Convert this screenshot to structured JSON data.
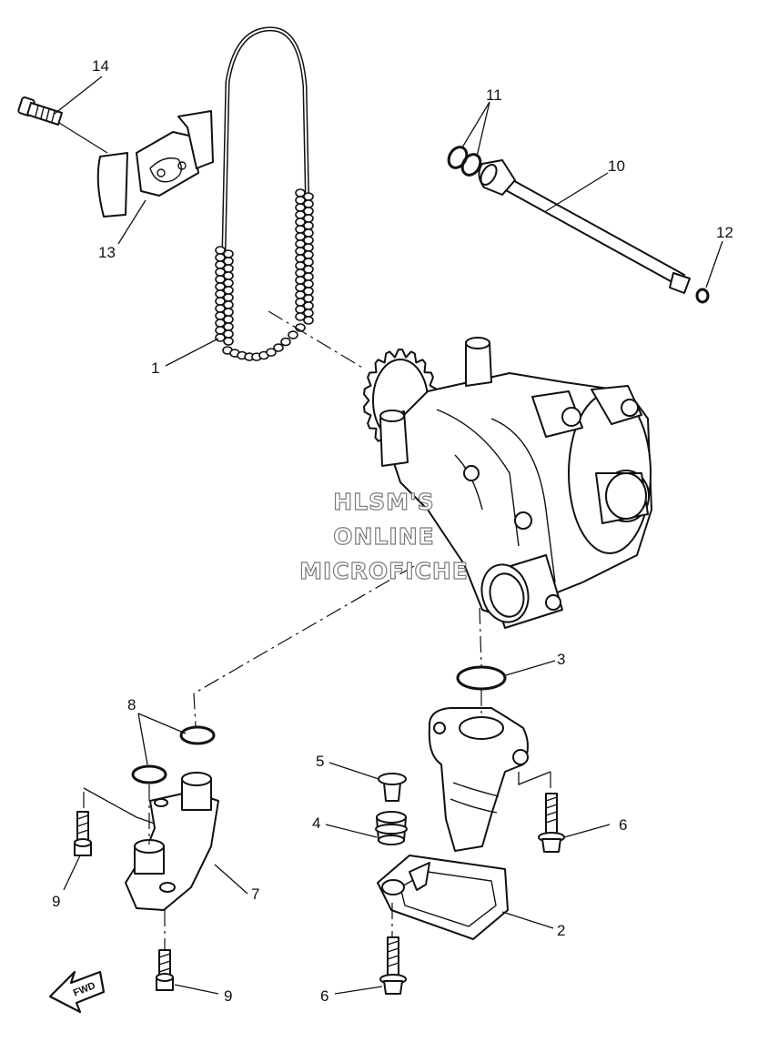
{
  "watermark": {
    "line1": "HLSM'S",
    "line2": "ONLINE",
    "line3": "MICROFICHE"
  },
  "fwd_label": "FWD",
  "callouts": {
    "p1": "1",
    "p2": "2",
    "p3": "3",
    "p4": "4",
    "p5": "5",
    "p6a": "6",
    "p6b": "6",
    "p7": "7",
    "p8": "8",
    "p9a": "9",
    "p9b": "9",
    "p10": "10",
    "p11": "11",
    "p12": "12",
    "p13": "13",
    "p14": "14"
  }
}
